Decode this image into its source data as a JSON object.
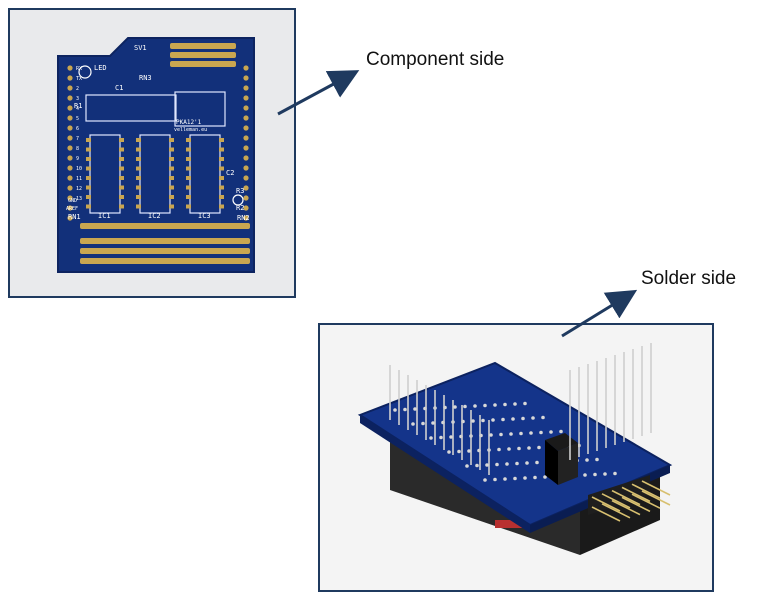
{
  "captions": {
    "component_side": "Component side",
    "solder_side": "Solder side"
  },
  "board_top": {
    "label_led": "LED",
    "label_sv1": "SV1",
    "label_c1": "C1",
    "label_rn3": "RN3",
    "label_r1": "R1",
    "label_c2": "C2",
    "label_r3": "R3",
    "label_r2": "R2",
    "label_rn1": "RN1",
    "label_rn2": "RN2",
    "label_ic1": "IC1",
    "label_ic2": "IC2",
    "label_ic3": "IC3",
    "label_model": "PKA12'1",
    "label_site": "velleman.eu",
    "label_aref": "AREF",
    "label_gnd": "GND",
    "pin_numbers": [
      "RX",
      "TX",
      "2",
      "3",
      "4",
      "5",
      "6",
      "7",
      "8",
      "9",
      "10",
      "11",
      "12",
      "13"
    ]
  },
  "colors": {
    "pcb_blue": "#12307a",
    "frame_border": "#1f3a5f",
    "arrow": "#1f3a5f",
    "gold": "#c9a650"
  }
}
